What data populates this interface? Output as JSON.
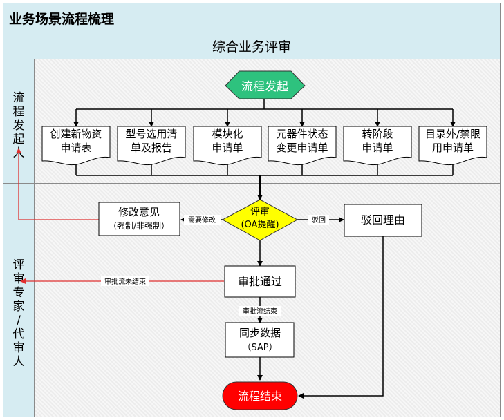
{
  "page_title": "业务场景流程梳理",
  "diagram_header": "综合业务评审",
  "lanes": {
    "initiator": "流程发起人",
    "reviewer": "评审专家/代审人"
  },
  "nodes": {
    "start": "流程发起",
    "docs": [
      [
        "创建新物资",
        "申请表"
      ],
      [
        "型号选用清",
        "单及报告"
      ],
      [
        "模块化",
        "申请单"
      ],
      [
        "元器件状态",
        "变更申请单"
      ],
      [
        "转阶段",
        "申请单"
      ],
      [
        "目录外/禁限",
        "用申请单"
      ]
    ],
    "review": [
      "评审",
      "(OA提醒)"
    ],
    "modify": [
      "修改意见",
      "（强制/非强制）"
    ],
    "reject": "驳回理由",
    "approve": "审批通过",
    "sync": [
      "同步数据",
      "（SAP）"
    ],
    "end": "流程结束"
  },
  "edge_labels": {
    "need_modify": "需要修改",
    "reject": "驳回",
    "approval_unfinished": "审批流未结束",
    "approval_finished": "审批流结束"
  },
  "colors": {
    "start_fill": "#2ec27e",
    "review_fill": "#ffff00",
    "end_fill": "#ff0000",
    "red_line": "#e03030",
    "lane_header": "#d6ecf2"
  }
}
